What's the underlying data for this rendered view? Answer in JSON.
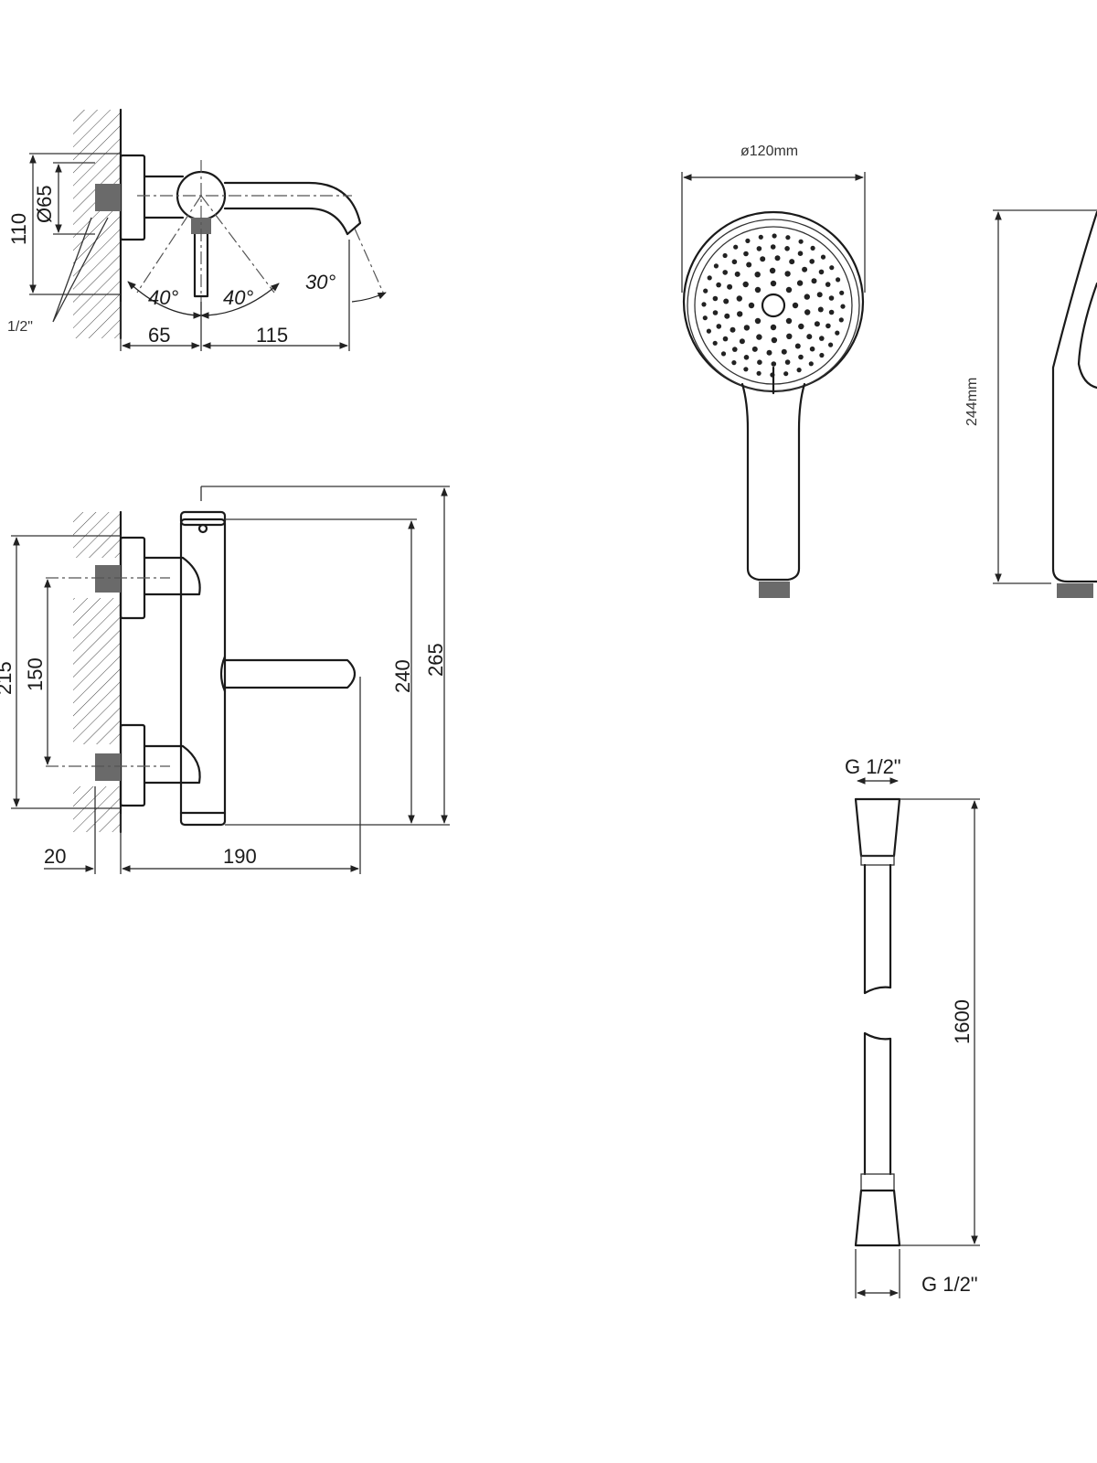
{
  "side_view": {
    "height_label": "110",
    "diameter_label": "Ø65",
    "thread_label": "1/2\"",
    "angle_left": "40°",
    "angle_right": "40°",
    "angle_spout": "30°",
    "width_left": "65",
    "width_right": "115"
  },
  "front_view": {
    "height_total": "215",
    "inlet_spacing": "150",
    "height_body": "240",
    "height_overall": "265",
    "wall_offset": "20",
    "depth": "190"
  },
  "hand_shower": {
    "diameter_label": "ø120mm",
    "length_label": "244mm"
  },
  "hose": {
    "thread_top": "G 1/2\"",
    "thread_bottom": "G 1/2\"",
    "length_label": "1600"
  }
}
